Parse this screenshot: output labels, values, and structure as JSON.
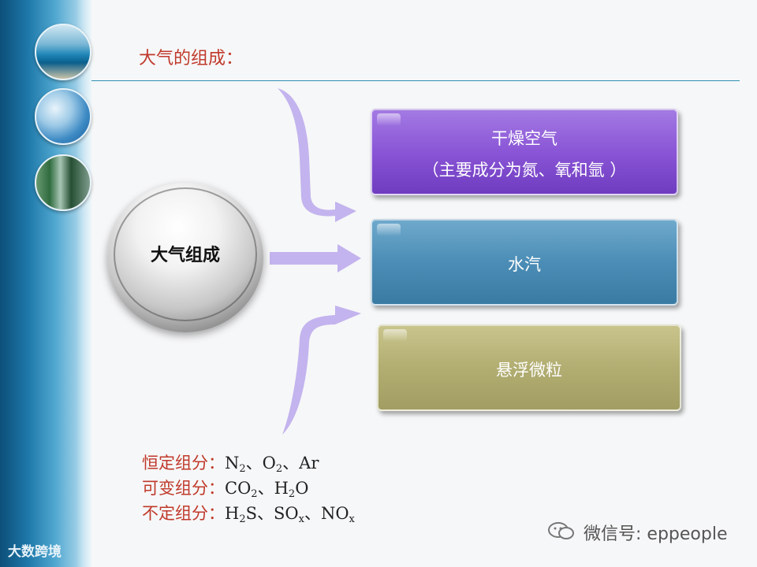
{
  "title": "大气的组成：",
  "center_label": "大气组成",
  "boxes": {
    "dry_line1": "干燥空气",
    "dry_line2": "（主要成分为氮、氧和氩 ）",
    "water": "水汽",
    "particles": "悬浮微粒"
  },
  "components": {
    "constant_label": "恒定组分：",
    "variable_label": "可变组分：",
    "unfixed_label": "不定组分："
  },
  "wechat": "微信号: eppeople",
  "watermark": "大数跨境",
  "colors": {
    "title": "#c0392b",
    "dry_box": "#8a55d6",
    "water_box": "#4b8db6",
    "particle_box": "#b2ae72",
    "arrow": "#c3b3ee"
  },
  "icons": [
    "wechat-icon",
    "arrow-icon"
  ]
}
